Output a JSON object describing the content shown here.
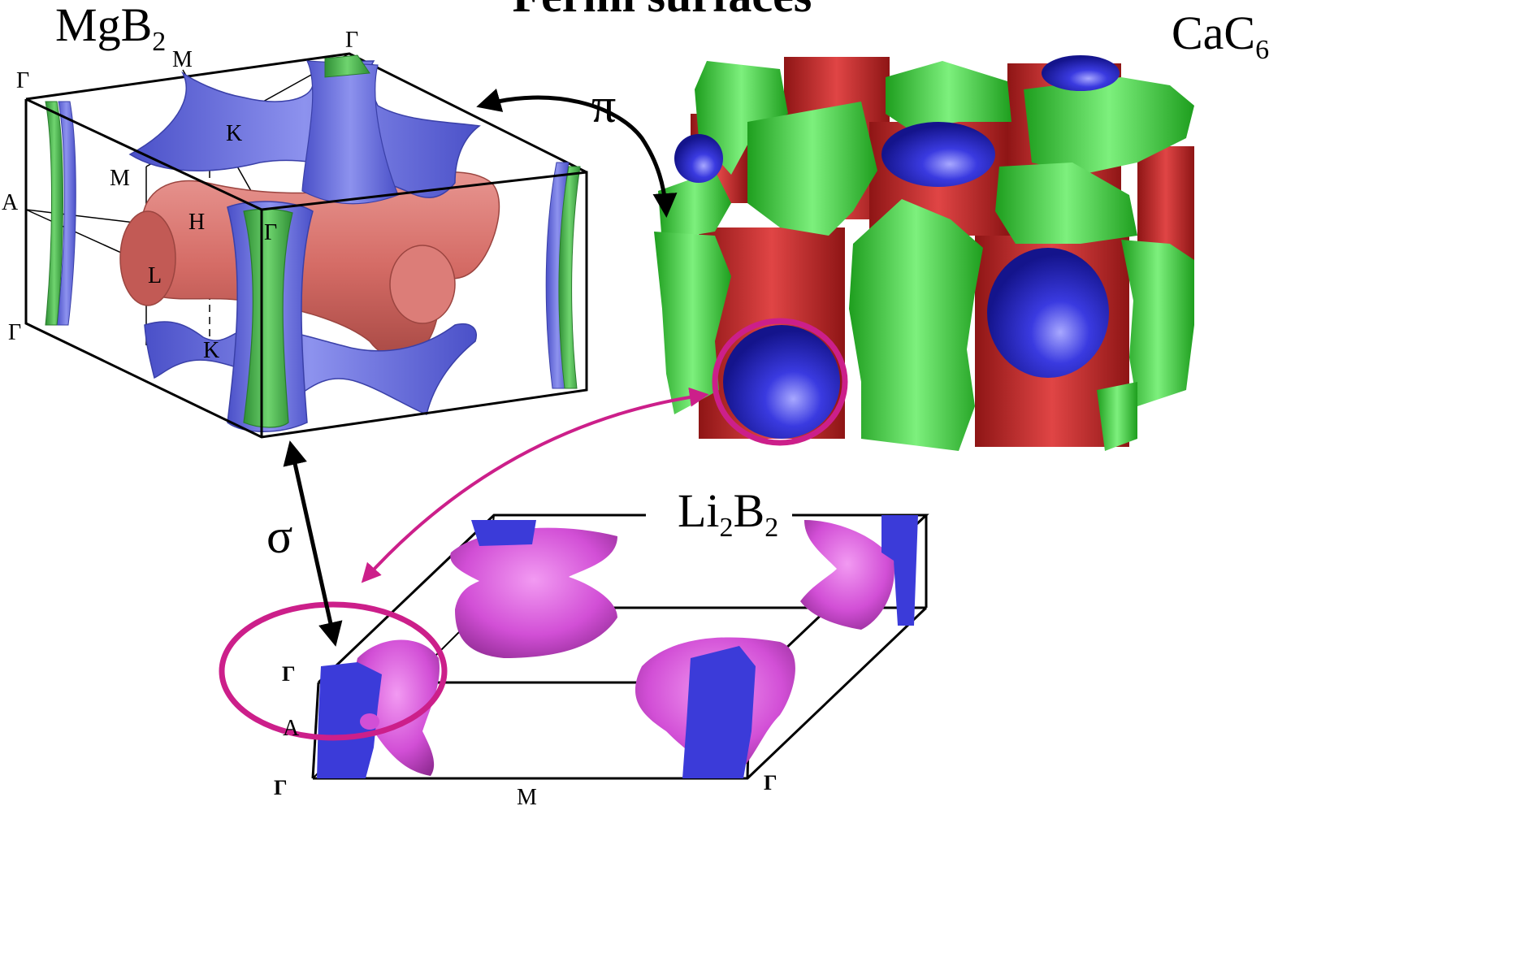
{
  "title": "Fermi surfaces",
  "materials": {
    "mgb2": {
      "base": "MgB",
      "sub": "2"
    },
    "cac6": {
      "base": "CaC",
      "sub": "6"
    },
    "li2b2": {
      "part1": "Li",
      "sub1": "2",
      "part2": "B",
      "sub2": "2"
    }
  },
  "arrows": {
    "pi": "π",
    "sigma": "σ"
  },
  "mgb2_points": {
    "gamma_top_right": "Γ",
    "gamma_top_left": "Γ",
    "m_top": "M",
    "k_mid": "K",
    "m_left": "M",
    "a_left": "A",
    "h_mid": "H",
    "l_mid": "L",
    "gamma_center": "Γ",
    "gamma_bottom_left": "Γ",
    "k_bottom": "K"
  },
  "li2b2_points": {
    "gamma_left": "Γ",
    "a_left": "A",
    "gamma_bottom_left": "Γ",
    "m_bottom": "M",
    "gamma_bottom_right": "Γ"
  },
  "colors": {
    "sigma_blue": "#6f75de",
    "sigma_green": "#4caf50",
    "pi_red": "#d9706a",
    "cac6_green": "#33cc33",
    "cac6_red": "#d22a2a",
    "cac6_blue": "#2222cc",
    "li_magenta": "#d24fd6",
    "li_blue": "#3b3bd9",
    "highlight": "#cc1f8a"
  }
}
